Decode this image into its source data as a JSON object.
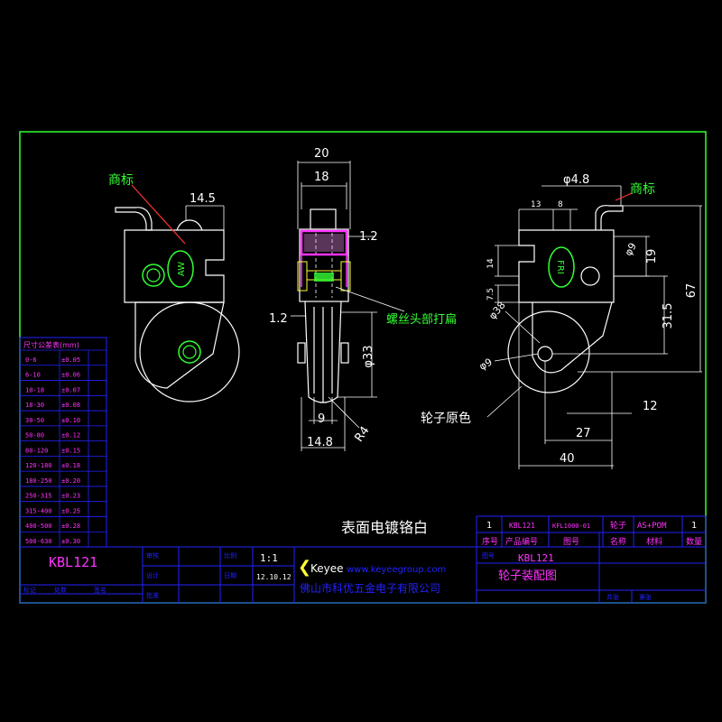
{
  "colors": {
    "background": "#000000",
    "line": "#ffffff",
    "frame": "#33ff33",
    "table": "#2222ff",
    "magenta": "#ff33ff",
    "yellow": "#ffff33",
    "green": "#33ff33",
    "cyan": "#33ccff"
  },
  "left_view": {
    "trademark_label": "商标",
    "dim_14_5": "14.5",
    "logo_text": "AW"
  },
  "middle_view": {
    "dim_20": "20",
    "dim_18": "18",
    "dim_1_2_top": "1.2",
    "dim_1_2_left": "1.2",
    "dim_33": "φ33",
    "dim_9": "9",
    "dim_14_8": "14.8",
    "dim_r4": "R4",
    "screw_note": "螺丝头部打扁"
  },
  "right_view": {
    "dim_4_8": "φ4.8",
    "trademark_label": "商标",
    "dim_13": "13",
    "dim_8": "8",
    "dim_phi9_top": "φ9",
    "dim_19": "19",
    "dim_67": "67",
    "dim_14": "14",
    "dim_7_5": "7.5",
    "dim_38": "φ38",
    "dim_31_5": "31.5",
    "dim_phi9_bottom": "φ9",
    "dim_12": "12",
    "dim_27": "27",
    "dim_40": "40",
    "wheel_note": "轮子原色",
    "logo_text": "FRI"
  },
  "surface_note": "表面电镀铬白",
  "bom": {
    "row": [
      "1",
      "KBL121",
      "KFL1000-01",
      "轮子",
      "AS+POM",
      "1"
    ],
    "headers": [
      "序号",
      "产品编号",
      "图号",
      "名称",
      "材料",
      "数量"
    ]
  },
  "title_block": {
    "part_no": "KBL121",
    "scale": "1:1",
    "date": "12.10.12",
    "brand": "Keyee",
    "website": "www.keyeegroup.com",
    "company": "佛山市科优五金电子有限公司",
    "drawing_no": "KBL121",
    "drawing_name": "轮子装配图",
    "small_labels": [
      "审核",
      "比例",
      "日期",
      "设计",
      "图号",
      "共张",
      "第张",
      "批准",
      "标记",
      "处数",
      "签名"
    ]
  },
  "tolerance_table": {
    "header": "尺寸公差表(mm)",
    "rows": [
      [
        "0-6",
        "±0.05"
      ],
      [
        "6-10",
        "±0.06"
      ],
      [
        "10-18",
        "±0.07"
      ],
      [
        "18-30",
        "±0.08"
      ],
      [
        "30-50",
        "±0.10"
      ],
      [
        "50-80",
        "±0.12"
      ],
      [
        "80-120",
        "±0.15"
      ],
      [
        "120-180",
        "±0.18"
      ],
      [
        "180-250",
        "±0.20"
      ],
      [
        "250-315",
        "±0.23"
      ],
      [
        "315-400",
        "±0.25"
      ],
      [
        "400-500",
        "±0.28"
      ],
      [
        "500-630",
        "±0.30"
      ]
    ]
  }
}
